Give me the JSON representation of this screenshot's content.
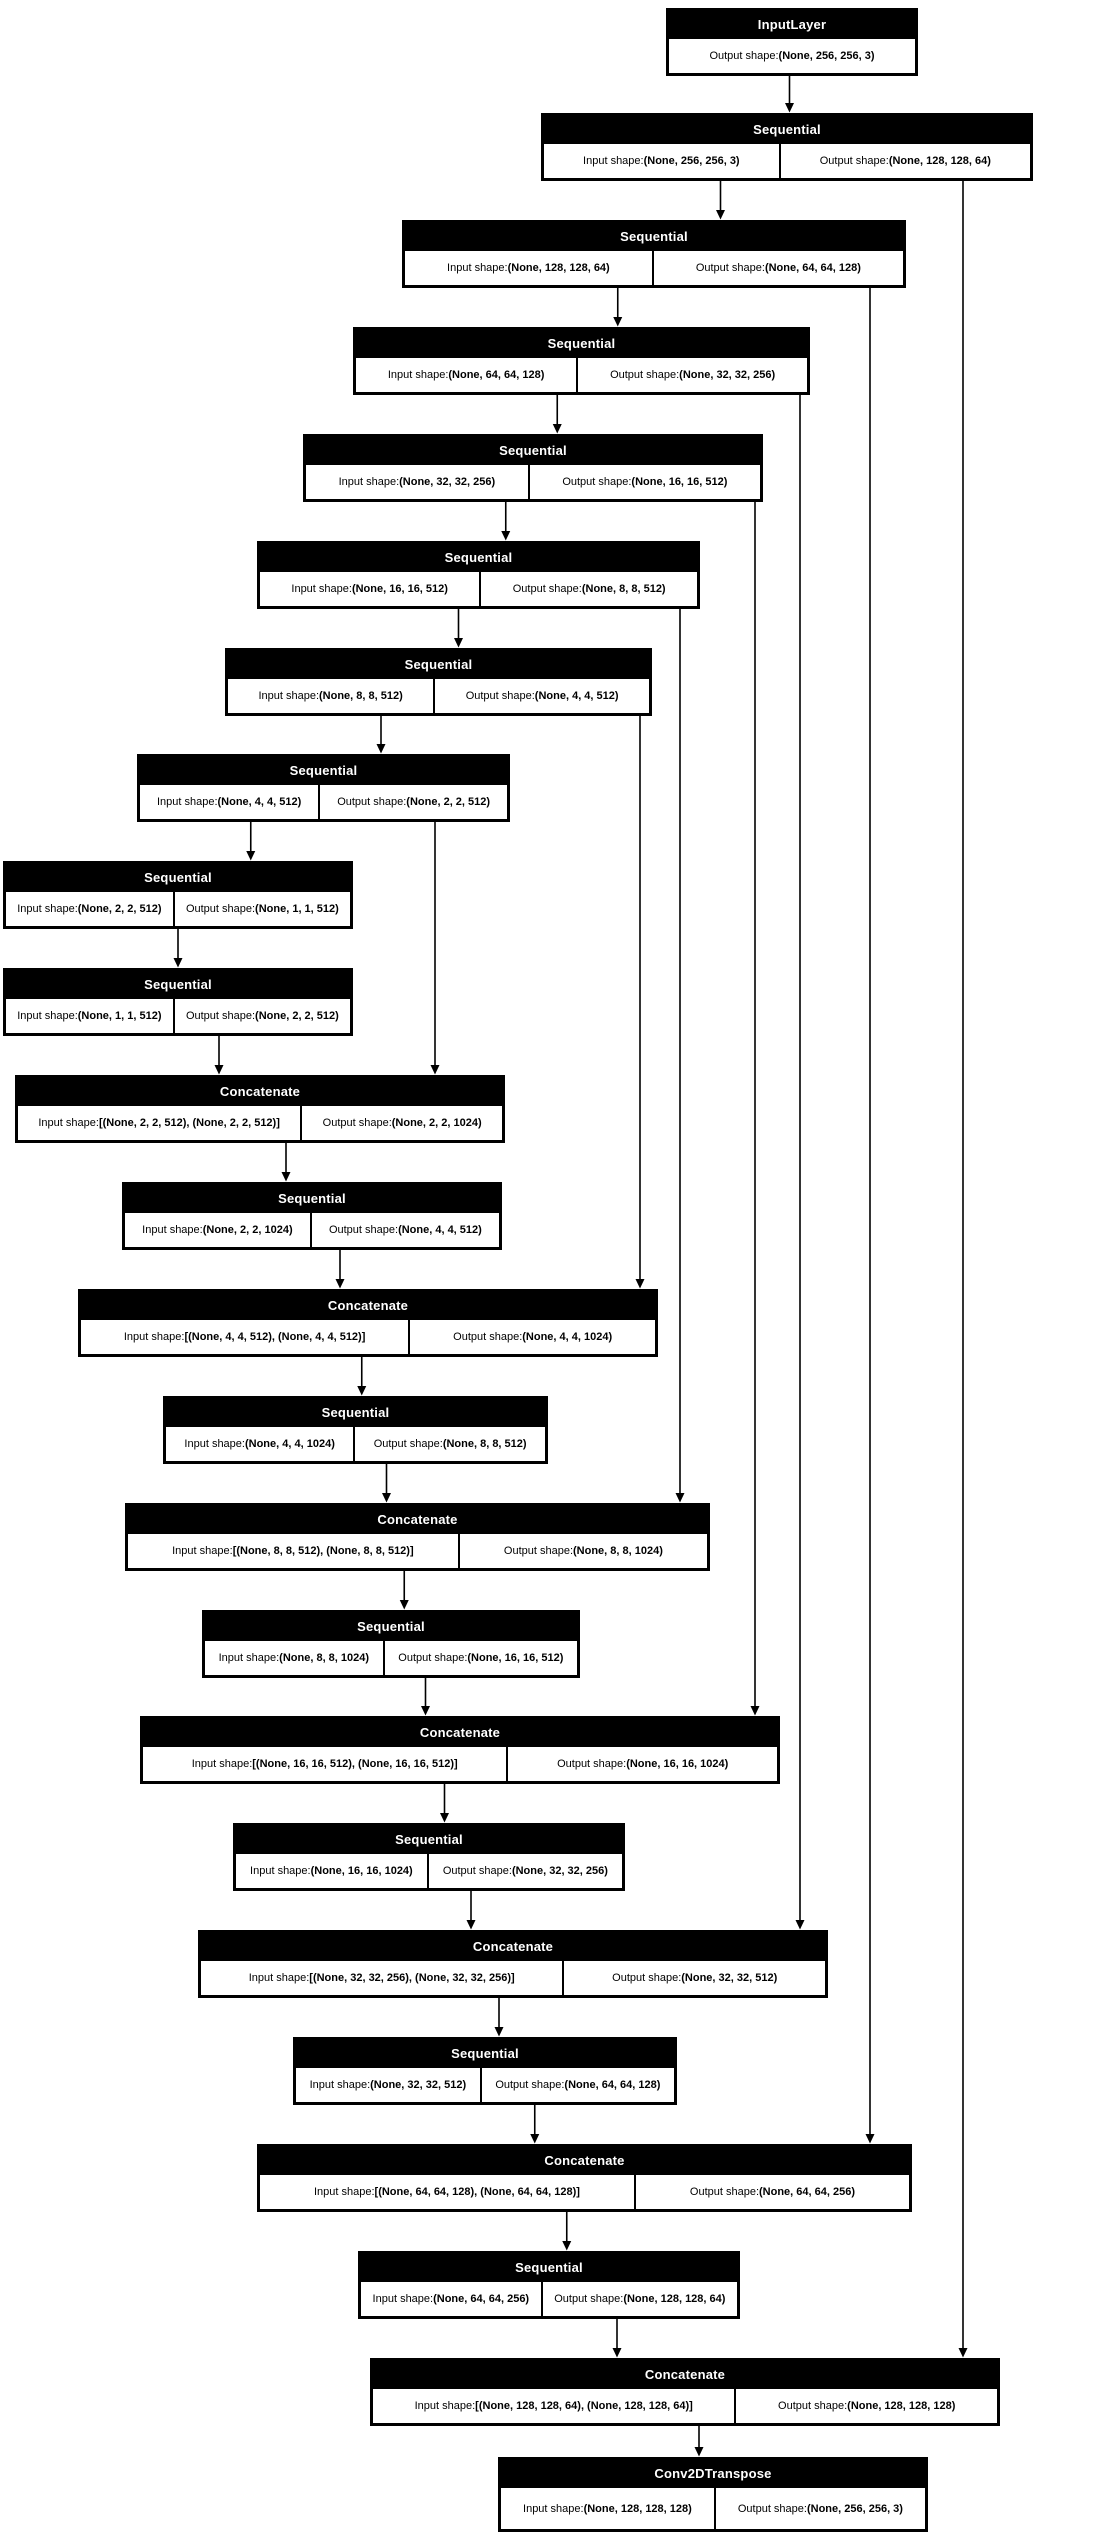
{
  "diagram": {
    "kind": "keras-model-architecture-graph",
    "labels": {
      "input_prefix": "Input shape: ",
      "output_prefix": "Output shape: "
    },
    "colors": {
      "background": "#ffffff",
      "node_fill": "#000000",
      "header_text": "#ffffff",
      "cell_fill": "#ffffff",
      "cell_text": "#000000",
      "edge": "#000000"
    },
    "nodes": [
      {
        "id": "n1",
        "type": "InputLayer",
        "output_shape": "(None, 256, 256, 3)"
      },
      {
        "id": "n2",
        "type": "Sequential",
        "input_shape": "(None, 256, 256, 3)",
        "output_shape": "(None, 128, 128, 64)"
      },
      {
        "id": "n3",
        "type": "Sequential",
        "input_shape": "(None, 128, 128, 64)",
        "output_shape": "(None, 64, 64, 128)"
      },
      {
        "id": "n4",
        "type": "Sequential",
        "input_shape": "(None, 64, 64, 128)",
        "output_shape": "(None, 32, 32, 256)"
      },
      {
        "id": "n5",
        "type": "Sequential",
        "input_shape": "(None, 32, 32, 256)",
        "output_shape": "(None, 16, 16, 512)"
      },
      {
        "id": "n6",
        "type": "Sequential",
        "input_shape": "(None, 16, 16, 512)",
        "output_shape": "(None, 8, 8, 512)"
      },
      {
        "id": "n7",
        "type": "Sequential",
        "input_shape": "(None, 8, 8, 512)",
        "output_shape": "(None, 4, 4, 512)"
      },
      {
        "id": "n8",
        "type": "Sequential",
        "input_shape": "(None, 4, 4, 512)",
        "output_shape": "(None, 2, 2, 512)"
      },
      {
        "id": "n9",
        "type": "Sequential",
        "input_shape": "(None, 2, 2, 512)",
        "output_shape": "(None, 1, 1, 512)"
      },
      {
        "id": "n10",
        "type": "Sequential",
        "input_shape": "(None, 1, 1, 512)",
        "output_shape": "(None, 2, 2, 512)"
      },
      {
        "id": "n11",
        "type": "Concatenate",
        "input_shape": "[(None, 2, 2, 512), (None, 2, 2, 512)]",
        "output_shape": "(None, 2, 2, 1024)"
      },
      {
        "id": "n12",
        "type": "Sequential",
        "input_shape": "(None, 2, 2, 1024)",
        "output_shape": "(None, 4, 4, 512)"
      },
      {
        "id": "n13",
        "type": "Concatenate",
        "input_shape": "[(None, 4, 4, 512), (None, 4, 4, 512)]",
        "output_shape": "(None, 4, 4, 1024)"
      },
      {
        "id": "n14",
        "type": "Sequential",
        "input_shape": "(None, 4, 4, 1024)",
        "output_shape": "(None, 8, 8, 512)"
      },
      {
        "id": "n15",
        "type": "Concatenate",
        "input_shape": "[(None, 8, 8, 512), (None, 8, 8, 512)]",
        "output_shape": "(None, 8, 8, 1024)"
      },
      {
        "id": "n16",
        "type": "Sequential",
        "input_shape": "(None, 8, 8, 1024)",
        "output_shape": "(None, 16, 16, 512)"
      },
      {
        "id": "n17",
        "type": "Concatenate",
        "input_shape": "[(None, 16, 16, 512), (None, 16, 16, 512)]",
        "output_shape": "(None, 16, 16, 1024)"
      },
      {
        "id": "n18",
        "type": "Sequential",
        "input_shape": "(None, 16, 16, 1024)",
        "output_shape": "(None, 32, 32, 256)"
      },
      {
        "id": "n19",
        "type": "Concatenate",
        "input_shape": "[(None, 32, 32, 256), (None, 32, 32, 256)]",
        "output_shape": "(None, 32, 32, 512)"
      },
      {
        "id": "n20",
        "type": "Sequential",
        "input_shape": "(None, 32, 32, 512)",
        "output_shape": "(None, 64, 64, 128)"
      },
      {
        "id": "n21",
        "type": "Concatenate",
        "input_shape": "[(None, 64, 64, 128), (None, 64, 64, 128)]",
        "output_shape": "(None, 64, 64, 256)"
      },
      {
        "id": "n22",
        "type": "Sequential",
        "input_shape": "(None, 64, 64, 256)",
        "output_shape": "(None, 128, 128, 64)"
      },
      {
        "id": "n23",
        "type": "Concatenate",
        "input_shape": "[(None, 128, 128, 64), (None, 128, 128, 64)]",
        "output_shape": "(None, 128, 128, 128)"
      },
      {
        "id": "n24",
        "type": "Conv2DTranspose",
        "input_shape": "(None, 128, 128, 128)",
        "output_shape": "(None, 256, 256, 3)"
      }
    ],
    "edges": [
      {
        "from": "n1",
        "to": "n2",
        "kind": "flow"
      },
      {
        "from": "n2",
        "to": "n3",
        "kind": "flow"
      },
      {
        "from": "n3",
        "to": "n4",
        "kind": "flow"
      },
      {
        "from": "n4",
        "to": "n5",
        "kind": "flow"
      },
      {
        "from": "n5",
        "to": "n6",
        "kind": "flow"
      },
      {
        "from": "n6",
        "to": "n7",
        "kind": "flow"
      },
      {
        "from": "n7",
        "to": "n8",
        "kind": "flow"
      },
      {
        "from": "n8",
        "to": "n9",
        "kind": "flow"
      },
      {
        "from": "n9",
        "to": "n10",
        "kind": "flow"
      },
      {
        "from": "n10",
        "to": "n11",
        "kind": "flow"
      },
      {
        "from": "n11",
        "to": "n12",
        "kind": "flow"
      },
      {
        "from": "n12",
        "to": "n13",
        "kind": "flow"
      },
      {
        "from": "n13",
        "to": "n14",
        "kind": "flow"
      },
      {
        "from": "n14",
        "to": "n15",
        "kind": "flow"
      },
      {
        "from": "n15",
        "to": "n16",
        "kind": "flow"
      },
      {
        "from": "n16",
        "to": "n17",
        "kind": "flow"
      },
      {
        "from": "n17",
        "to": "n18",
        "kind": "flow"
      },
      {
        "from": "n18",
        "to": "n19",
        "kind": "flow"
      },
      {
        "from": "n19",
        "to": "n20",
        "kind": "flow"
      },
      {
        "from": "n20",
        "to": "n21",
        "kind": "flow"
      },
      {
        "from": "n21",
        "to": "n22",
        "kind": "flow"
      },
      {
        "from": "n22",
        "to": "n23",
        "kind": "flow"
      },
      {
        "from": "n23",
        "to": "n24",
        "kind": "flow"
      },
      {
        "from": "n8",
        "to": "n11",
        "kind": "skip"
      },
      {
        "from": "n7",
        "to": "n13",
        "kind": "skip"
      },
      {
        "from": "n6",
        "to": "n15",
        "kind": "skip"
      },
      {
        "from": "n5",
        "to": "n17",
        "kind": "skip"
      },
      {
        "from": "n4",
        "to": "n19",
        "kind": "skip"
      },
      {
        "from": "n3",
        "to": "n21",
        "kind": "skip"
      },
      {
        "from": "n2",
        "to": "n23",
        "kind": "skip"
      }
    ]
  }
}
